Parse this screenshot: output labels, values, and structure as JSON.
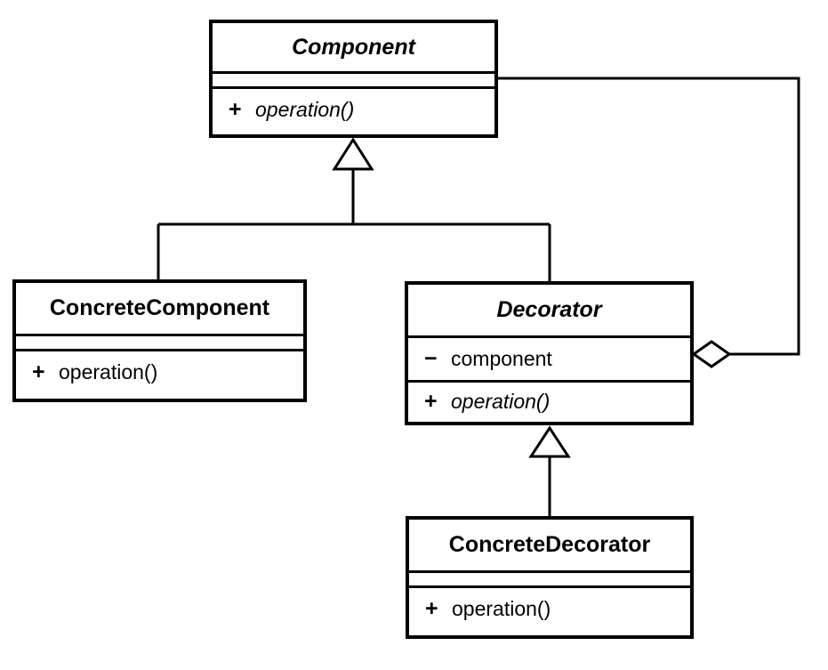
{
  "diagram": {
    "kind": "uml-class-diagram",
    "pattern_name": "Decorator",
    "background_color": "#ffffff",
    "line_color": "#000000",
    "classes": [
      {
        "id": "component",
        "name": "Component",
        "abstract": true,
        "attributes": [],
        "operations": [
          {
            "visibility": "+",
            "label": "operation()",
            "abstract": true
          }
        ]
      },
      {
        "id": "concrete-component",
        "name": "ConcreteComponent",
        "abstract": false,
        "attributes": [],
        "operations": [
          {
            "visibility": "+",
            "label": "operation()",
            "abstract": false
          }
        ]
      },
      {
        "id": "decorator",
        "name": "Decorator",
        "abstract": true,
        "attributes": [
          {
            "visibility": "−",
            "label": "component",
            "abstract": false
          }
        ],
        "operations": [
          {
            "visibility": "+",
            "label": "operation()",
            "abstract": true
          }
        ]
      },
      {
        "id": "concrete-decorator",
        "name": "ConcreteDecorator",
        "abstract": false,
        "attributes": [],
        "operations": [
          {
            "visibility": "+",
            "label": "operation()",
            "abstract": false
          }
        ]
      }
    ],
    "relationships": [
      {
        "type": "generalization",
        "from": "concrete-component",
        "to": "component"
      },
      {
        "type": "generalization",
        "from": "decorator",
        "to": "component"
      },
      {
        "type": "generalization",
        "from": "concrete-decorator",
        "to": "decorator"
      },
      {
        "type": "aggregation",
        "from": "decorator",
        "to": "component"
      }
    ]
  }
}
